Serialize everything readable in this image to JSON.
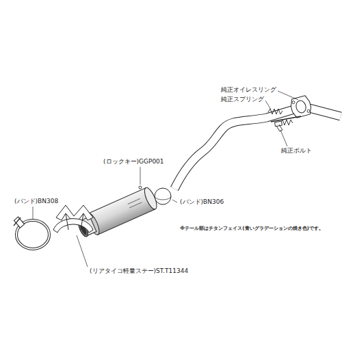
{
  "diagram": {
    "labels": [
      "純正オイレスリング",
      "純正スプリング",
      "純正ボルト",
      "(ロックキー)GGP001",
      "(バンド)BN306",
      "※テール部はチタンフェイス(青いグラデーションの焼き色)です。",
      "(バンド)BN308",
      "(リアタイコ軽量ステー)ST.T11344"
    ]
  }
}
